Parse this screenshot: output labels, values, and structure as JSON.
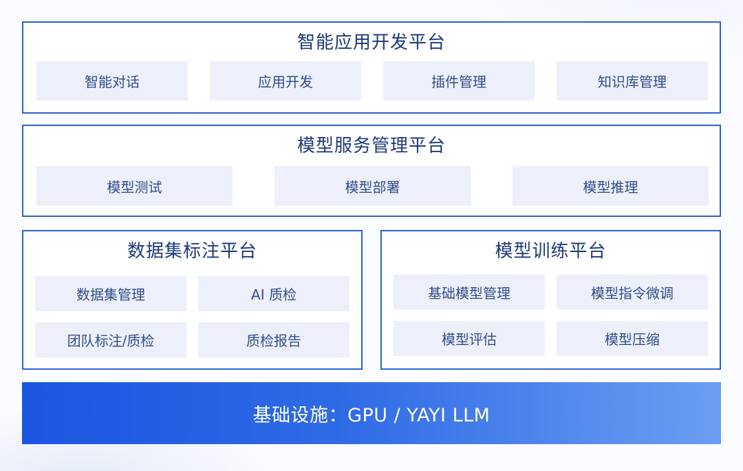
{
  "app_platform": {
    "title": "智能应用开发平台",
    "items": [
      "智能对话",
      "应用开发",
      "插件管理",
      "知识库管理"
    ]
  },
  "model_service_platform": {
    "title": "模型服务管理平台",
    "items": [
      "模型测试",
      "模型部署",
      "模型推理"
    ]
  },
  "dataset_platform": {
    "title": "数据集标注平台",
    "items": [
      "数据集管理",
      "AI 质检",
      "团队标注/质检",
      "质检报告"
    ]
  },
  "training_platform": {
    "title": "模型训练平台",
    "items": [
      "基础模型管理",
      "模型指令微调",
      "模型评估",
      "模型压缩"
    ]
  },
  "infrastructure": {
    "label": "基础设施：GPU / YAYI LLM"
  },
  "colors": {
    "border": "#2a63c8",
    "cell_bg": "#edf0fb",
    "title_text": "#1e3a78",
    "infra_gradient_start": "#1a56e0",
    "infra_gradient_end": "#6a9ef2"
  }
}
